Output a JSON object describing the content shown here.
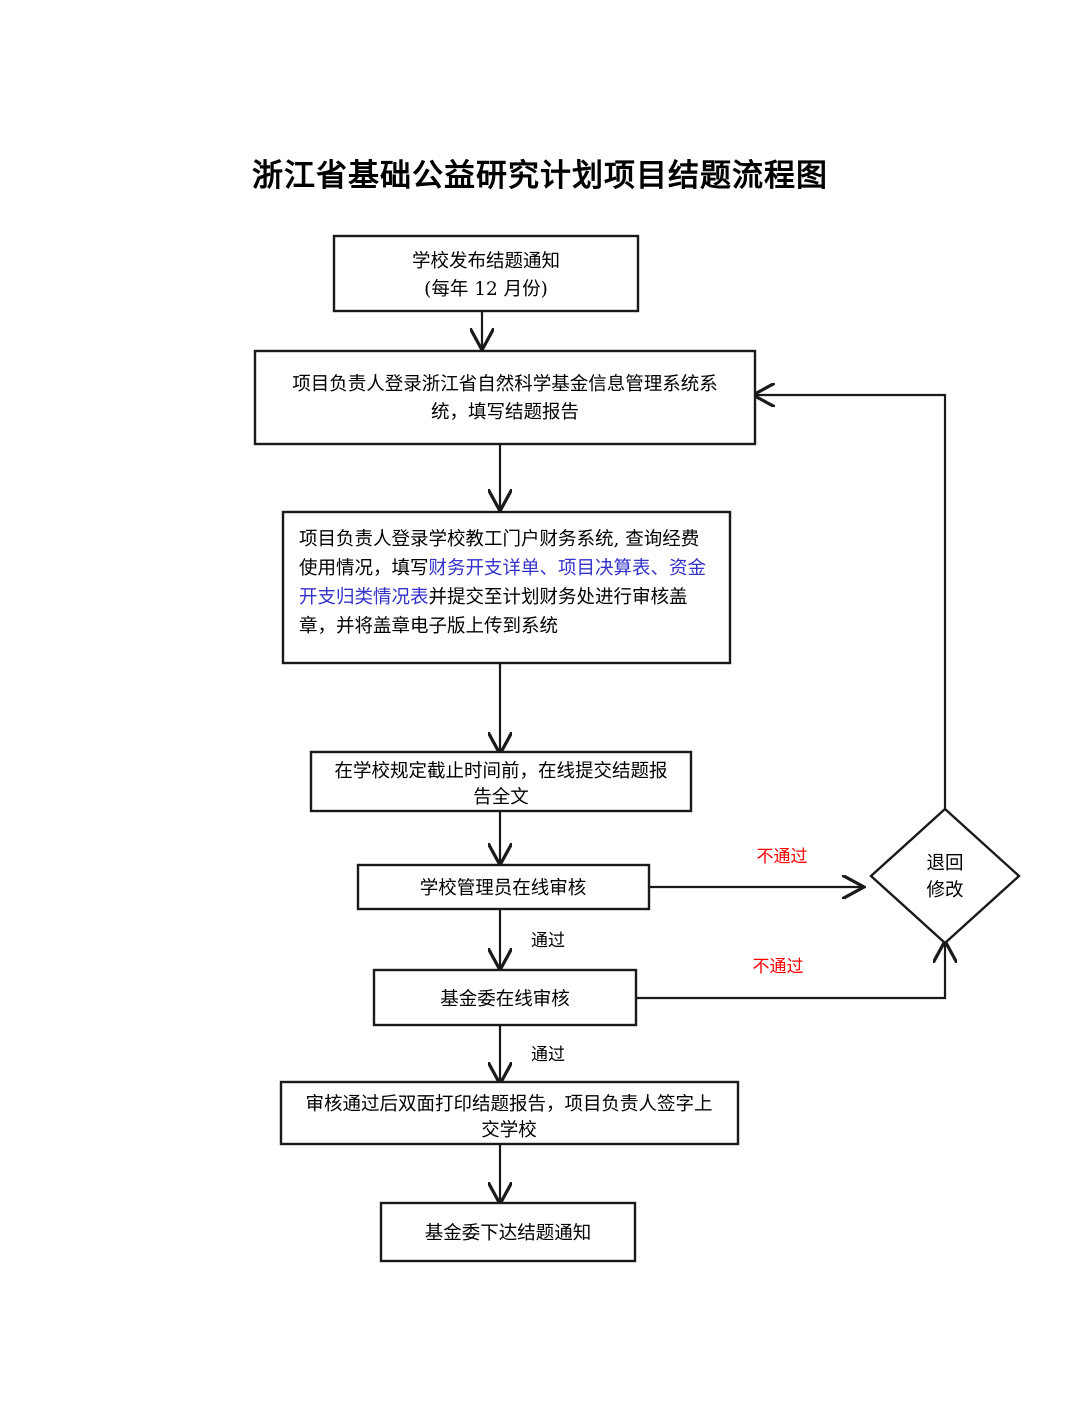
{
  "title": "浙江省基础公益研究计划项目结题流程图",
  "colors": {
    "ink": "#1a1a1a",
    "highlight_blue": "#3333cc",
    "label_red": "#ff0000",
    "background": "#ffffff"
  },
  "nodes": {
    "n1": {
      "shape": "rect",
      "lines": [
        "学校发布结题通知",
        "(每年 12 月份)"
      ]
    },
    "n2": {
      "shape": "rect",
      "lines": [
        "项目负责人登录浙江省自然科学基金信息管理系统系",
        "统，填写结题报告"
      ]
    },
    "n3": {
      "shape": "rect",
      "lines": [
        [
          {
            "t": "项目负责人登录学校教工门户财务系统, 查询经费",
            "c": "black"
          }
        ],
        [
          {
            "t": "使用情况，填写",
            "c": "black"
          },
          {
            "t": "财务开支详单、项目决算表、资金",
            "c": "blue"
          }
        ],
        [
          {
            "t": "开支归类情况表",
            "c": "blue"
          },
          {
            "t": "并提交至计划财务处进行审核盖",
            "c": "black"
          }
        ],
        [
          {
            "t": "章，并将盖章电子版上传到系统",
            "c": "black"
          }
        ]
      ]
    },
    "n4": {
      "shape": "rect",
      "lines": [
        "在学校规定截止时间前，在线提交结题报",
        "告全文"
      ]
    },
    "n5": {
      "shape": "rect",
      "lines": [
        "学校管理员在线审核"
      ]
    },
    "n6": {
      "shape": "rect",
      "lines": [
        "基金委在线审核"
      ]
    },
    "n7": {
      "shape": "rect",
      "lines": [
        "审核通过后双面打印结题报告，项目负责人签字上",
        "交学校"
      ]
    },
    "n8": {
      "shape": "rect",
      "lines": [
        "基金委下达结题通知"
      ]
    },
    "d1": {
      "shape": "diamond",
      "lines": [
        "退回",
        "修改"
      ]
    }
  },
  "edge_labels": {
    "reject_school": "不通过",
    "reject_fund": "不通过",
    "pass_school": "通过",
    "pass_fund": "通过"
  }
}
